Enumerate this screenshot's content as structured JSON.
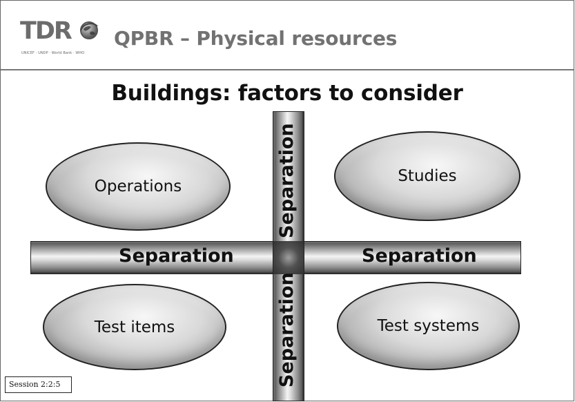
{
  "header": {
    "logo_text": "TDR",
    "logo_tagline": "UNICEF · UNDP · World Bank · WHO",
    "title": "QPBR – Physical resources"
  },
  "slide": {
    "main_title": "Buildings: factors to consider",
    "quadrants": {
      "operations": "Operations",
      "studies": "Studies",
      "test_items": "Test items",
      "test_systems": "Test systems"
    },
    "separators": {
      "horizontal_left": "Separation",
      "horizontal_right": "Separation",
      "vertical_top": "Separation",
      "vertical_bottom": "Separation"
    }
  },
  "footer": {
    "session": "Session 2:2:5"
  },
  "icons": {
    "logo_globe": "globe-icon"
  },
  "colors": {
    "header_text": "#727272",
    "title_text": "#111111",
    "border": "#222222",
    "ellipse_light": "#f7f7f7",
    "ellipse_dark": "#7b7b7b",
    "bar_light": "#f4f4f4",
    "bar_dark": "#424242"
  }
}
